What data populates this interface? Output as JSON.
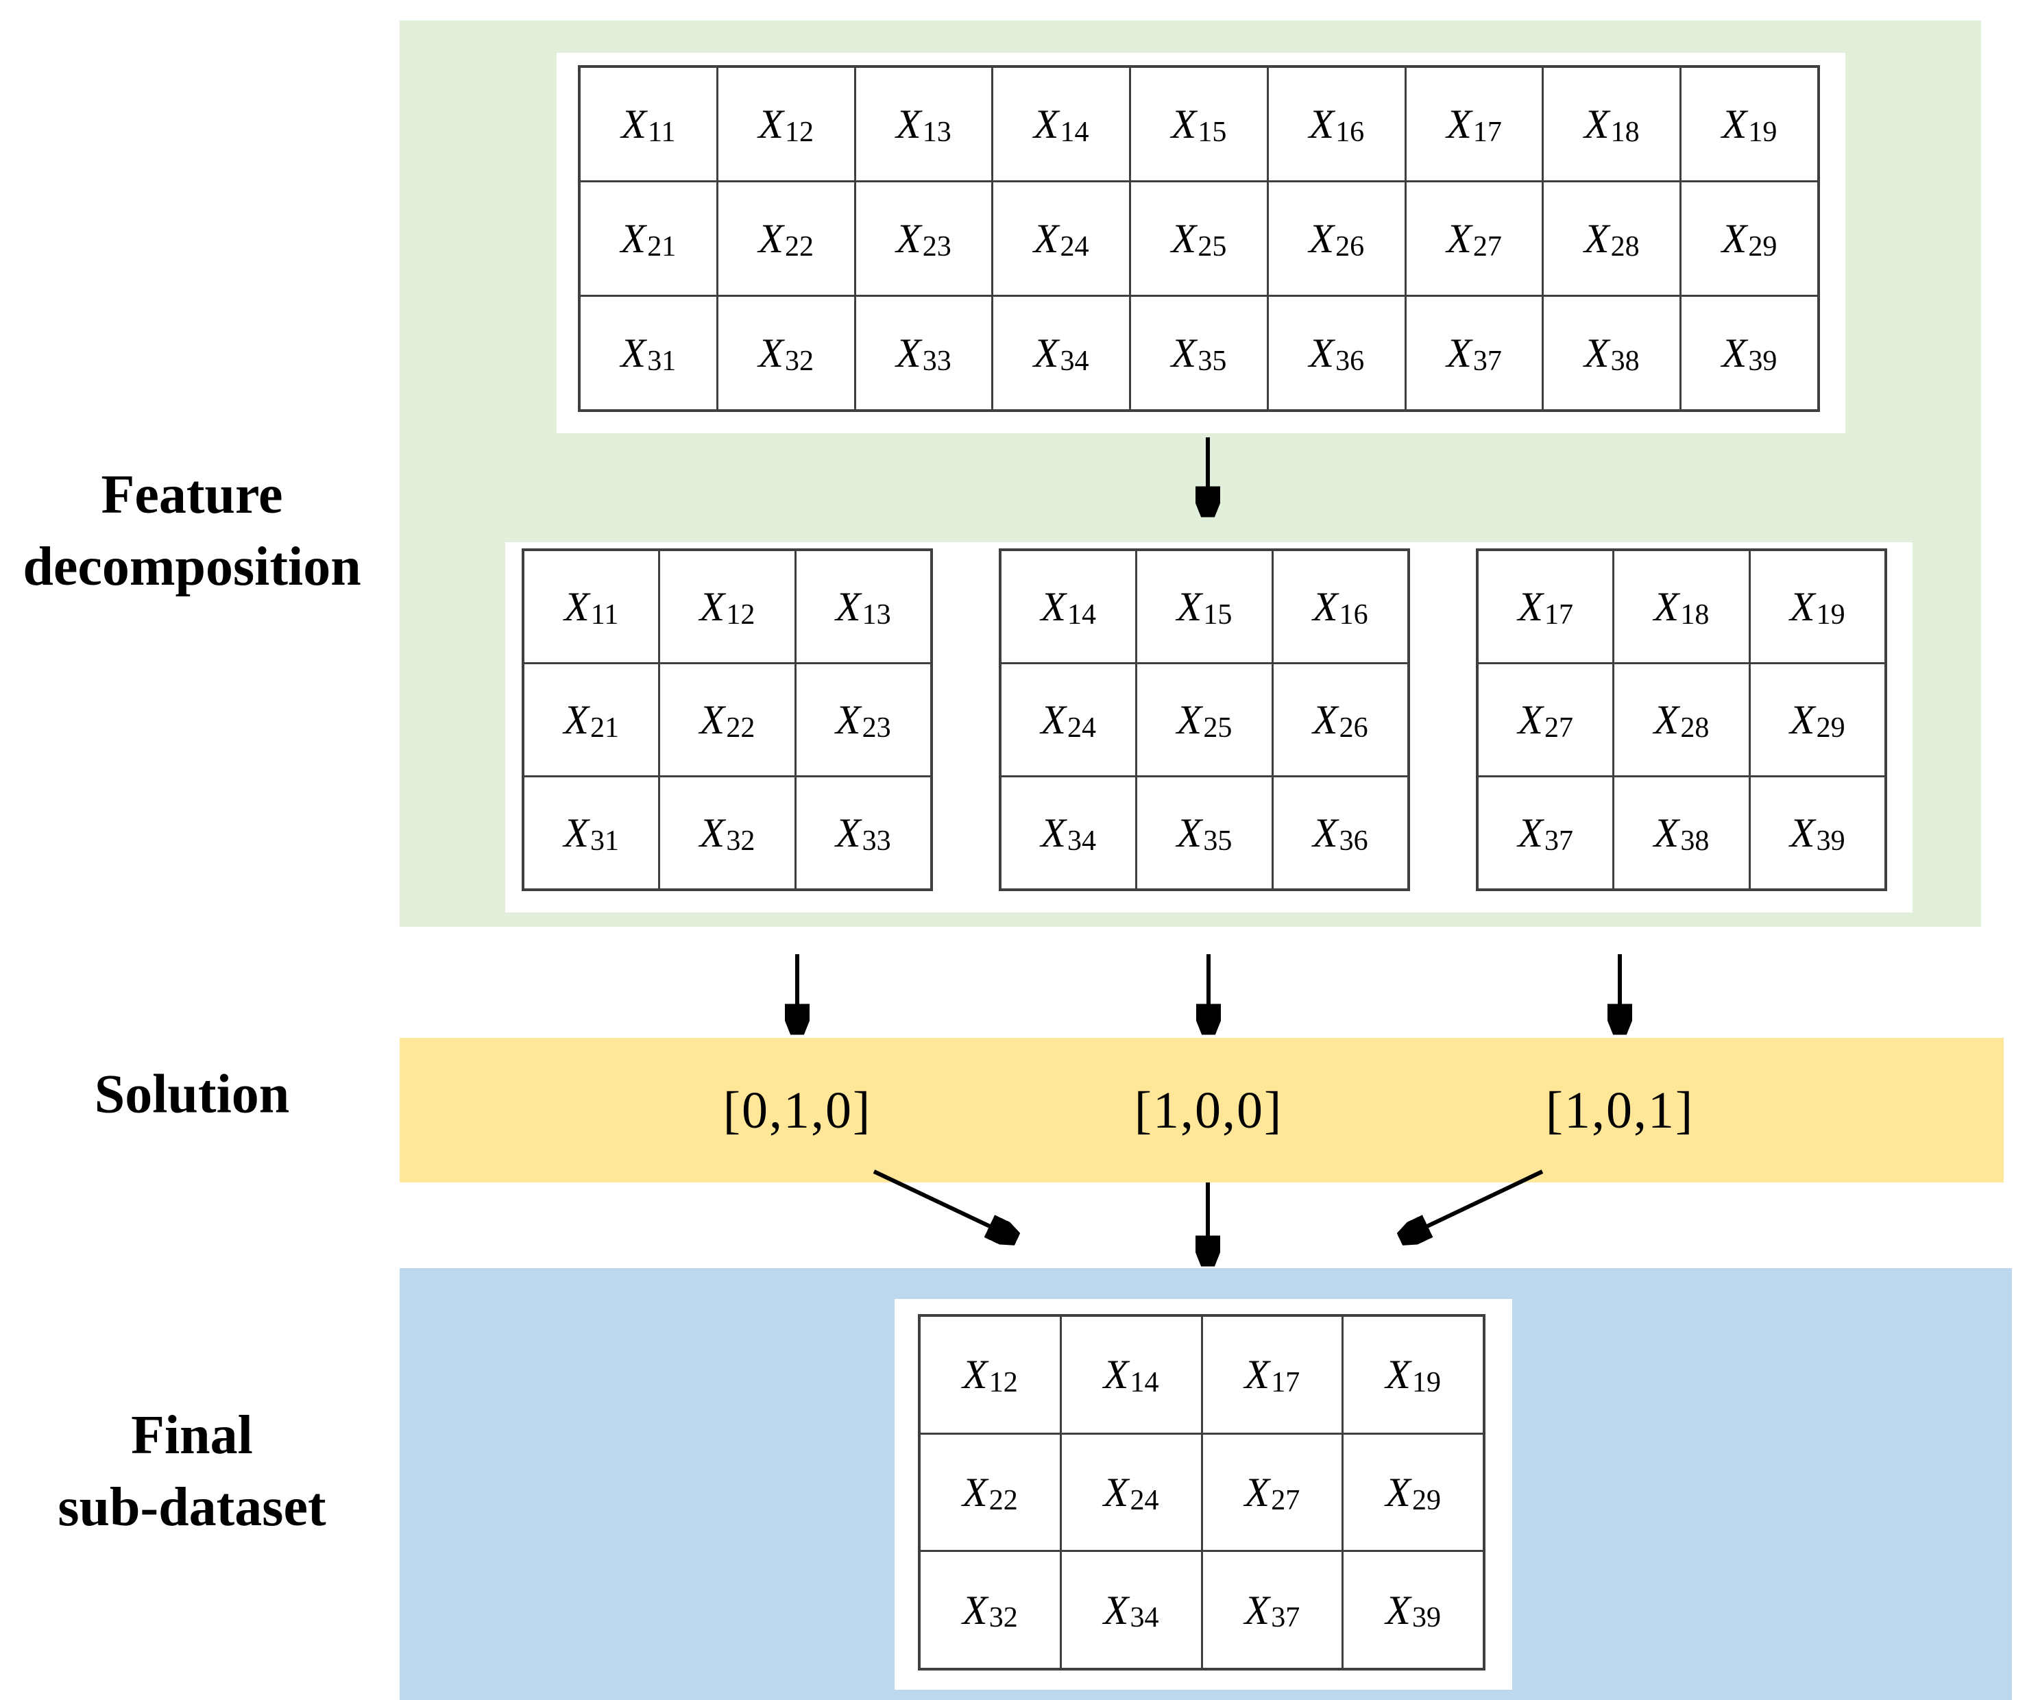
{
  "figure": {
    "labels": {
      "feature": [
        "Feature",
        "decomposition"
      ],
      "solution": "Solution",
      "final": [
        "Final",
        "sub-dataset"
      ]
    },
    "variable": "X",
    "matrices": {
      "full": [
        [
          "11",
          "12",
          "13",
          "14",
          "15",
          "16",
          "17",
          "18",
          "19"
        ],
        [
          "21",
          "22",
          "23",
          "24",
          "25",
          "26",
          "27",
          "28",
          "29"
        ],
        [
          "31",
          "32",
          "33",
          "34",
          "35",
          "36",
          "37",
          "38",
          "39"
        ]
      ],
      "sub1": [
        [
          "11",
          "12",
          "13"
        ],
        [
          "21",
          "22",
          "23"
        ],
        [
          "31",
          "32",
          "33"
        ]
      ],
      "sub2": [
        [
          "14",
          "15",
          "16"
        ],
        [
          "24",
          "25",
          "26"
        ],
        [
          "34",
          "35",
          "36"
        ]
      ],
      "sub3": [
        [
          "17",
          "18",
          "19"
        ],
        [
          "27",
          "28",
          "29"
        ],
        [
          "37",
          "38",
          "39"
        ]
      ],
      "final": [
        [
          "12",
          "14",
          "17",
          "19"
        ],
        [
          "22",
          "24",
          "27",
          "29"
        ],
        [
          "32",
          "34",
          "37",
          "39"
        ]
      ]
    },
    "solution_vectors": [
      "[0,1,0]",
      "[1,0,0]",
      "[1,0,1]"
    ],
    "colors": {
      "panel_green": "#e2efda",
      "panel_yellow": "#ffe699",
      "panel_blue": "#bdd7ee",
      "table_border": "#3f3f3f",
      "arrow": "#000000",
      "text": "#000000"
    }
  }
}
